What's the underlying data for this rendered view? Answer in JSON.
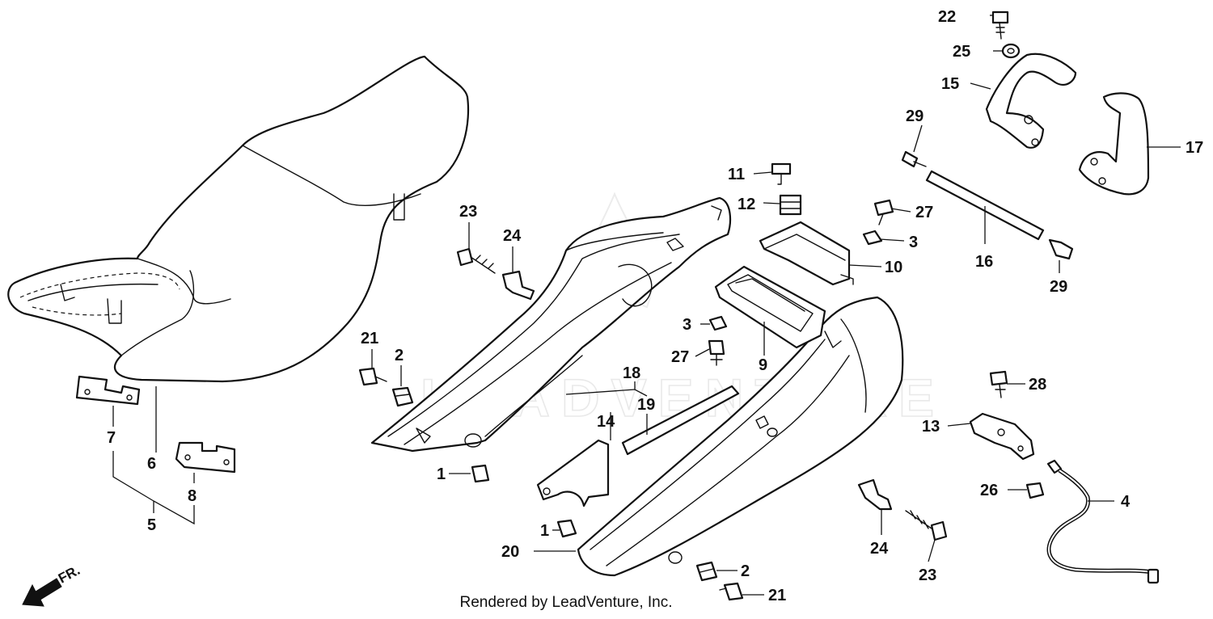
{
  "diagram": {
    "watermark": "LEADVENTURE",
    "direction_label": "FR.",
    "footer": "Rendered by LeadVenture, Inc.",
    "labels": {
      "p1a": "1",
      "p1b": "1",
      "p2a": "2",
      "p2b": "2",
      "p3a": "3",
      "p3b": "3",
      "p4": "4",
      "p5": "5",
      "p6": "6",
      "p7": "7",
      "p8": "8",
      "p9": "9",
      "p10": "10",
      "p11": "11",
      "p12": "12",
      "p13": "13",
      "p14": "14",
      "p15": "15",
      "p16": "16",
      "p17": "17",
      "p18": "18",
      "p19": "19",
      "p20": "20",
      "p21a": "21",
      "p21b": "21",
      "p22": "22",
      "p23a": "23",
      "p23b": "23",
      "p24a": "24",
      "p24b": "24",
      "p25": "25",
      "p26": "26",
      "p27a": "27",
      "p27b": "27",
      "p28": "28",
      "p29a": "29",
      "p29b": "29"
    }
  }
}
